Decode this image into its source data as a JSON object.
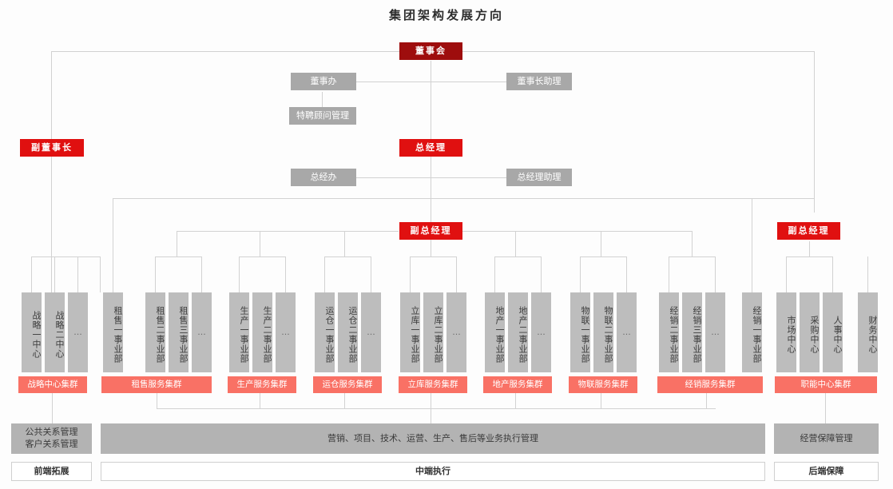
{
  "title": "集团架构发展方向",
  "colors": {
    "board_red": "#9e0d0d",
    "exec_red": "#e01010",
    "unit_gray": "#bdbdbd",
    "office_gray": "#a8a8a8",
    "cluster_coral": "#f97165",
    "band_gray": "#b3b3b3",
    "line": "#d2d2d2"
  },
  "governance": {
    "board": "董事会",
    "board_office": "董事办",
    "chairman_assistant": "董事长助理",
    "consultant_mgmt": "特聘顾问管理",
    "vice_chairman": "副董事长",
    "general_manager": "总经理",
    "gm_office": "总经办",
    "gm_assistant": "总经理助理",
    "vice_gm_main": "副总经理",
    "vice_gm_support": "副总经理"
  },
  "groups": [
    {
      "cluster": "战略中心集群",
      "units": [
        "战略一中心",
        "战略二中心",
        "..."
      ]
    },
    {
      "cluster": "租售服务集群",
      "units": [
        "租售一事业部",
        "租售二事业部",
        "租售三事业部",
        "..."
      ]
    },
    {
      "cluster": "生产服务集群",
      "units": [
        "生产一事业部",
        "生产二事业部",
        "..."
      ]
    },
    {
      "cluster": "运仓服务集群",
      "units": [
        "运仓一事业部",
        "运仓二事业部",
        "..."
      ]
    },
    {
      "cluster": "立库服务集群",
      "units": [
        "立库一事业部",
        "立库二事业部",
        "..."
      ]
    },
    {
      "cluster": "地产服务集群",
      "units": [
        "地产一事业部",
        "地产二事业部",
        "..."
      ]
    },
    {
      "cluster": "物联服务集群",
      "units": [
        "物联一事业部",
        "物联二事业部",
        "..."
      ]
    },
    {
      "cluster": "经销服务集群",
      "units": [
        "经销二事业部",
        "经销三事业部",
        "...",
        "经销一事业部"
      ]
    },
    {
      "cluster": "职能中心集群",
      "units": [
        "市场中心",
        "采购中心",
        "人事中心",
        "财务中心"
      ]
    }
  ],
  "bottom": {
    "left_band": "公共关系管理\n客户关系管理",
    "left_band_line1": "公共关系管理",
    "left_band_line2": "客户关系管理",
    "middle_band": "营销、项目、技术、运营、生产、售后等业务执行管理",
    "right_band": "经营保障管理",
    "left_footer": "前端拓展",
    "middle_footer": "中端执行",
    "right_footer": "后端保障"
  }
}
